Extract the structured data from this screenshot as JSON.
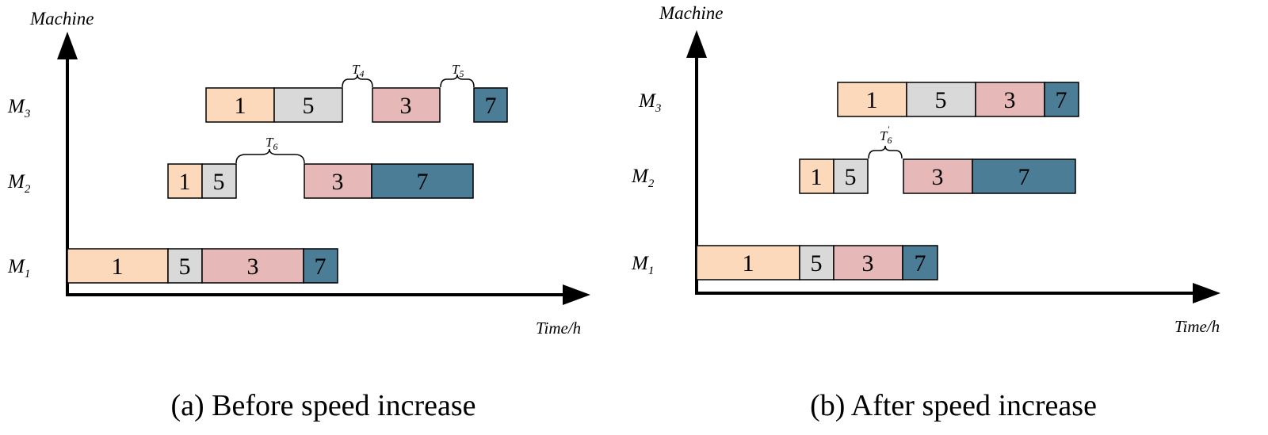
{
  "colors": {
    "job1": "#fcd9bb",
    "job5": "#d9d9d9",
    "job3": "#e6b8b8",
    "job7": "#4b7d96",
    "axis": "#000000"
  },
  "panels": [
    {
      "caption": "(a) Before speed increase",
      "y_axis_label": "Machine",
      "x_axis_label": "Time/h",
      "machines": [
        {
          "label": "M",
          "sub": "3"
        },
        {
          "label": "M",
          "sub": "2"
        },
        {
          "label": "M",
          "sub": "1"
        }
      ],
      "gaps": [
        {
          "label": "T",
          "sub": "4"
        },
        {
          "label": "T",
          "sub": "5"
        },
        {
          "label": "T",
          "sub": "6"
        }
      ],
      "jobs": {
        "m3": [
          "1",
          "5",
          "3",
          "7"
        ],
        "m2": [
          "1",
          "5",
          "3",
          "7"
        ],
        "m1": [
          "1",
          "5",
          "3",
          "7"
        ]
      }
    },
    {
      "caption": "(b) After speed increase",
      "y_axis_label": "Machine",
      "x_axis_label": "Time/h",
      "machines": [
        {
          "label": "M",
          "sub": "3"
        },
        {
          "label": "M",
          "sub": "2"
        },
        {
          "label": "M",
          "sub": "1"
        }
      ],
      "gaps": [
        {
          "label": "T",
          "sub": "6",
          "prime": "'"
        }
      ],
      "jobs": {
        "m3": [
          "1",
          "5",
          "3",
          "7"
        ],
        "m2": [
          "1",
          "5",
          "3",
          "7"
        ],
        "m1": [
          "1",
          "5",
          "3",
          "7"
        ]
      }
    }
  ]
}
